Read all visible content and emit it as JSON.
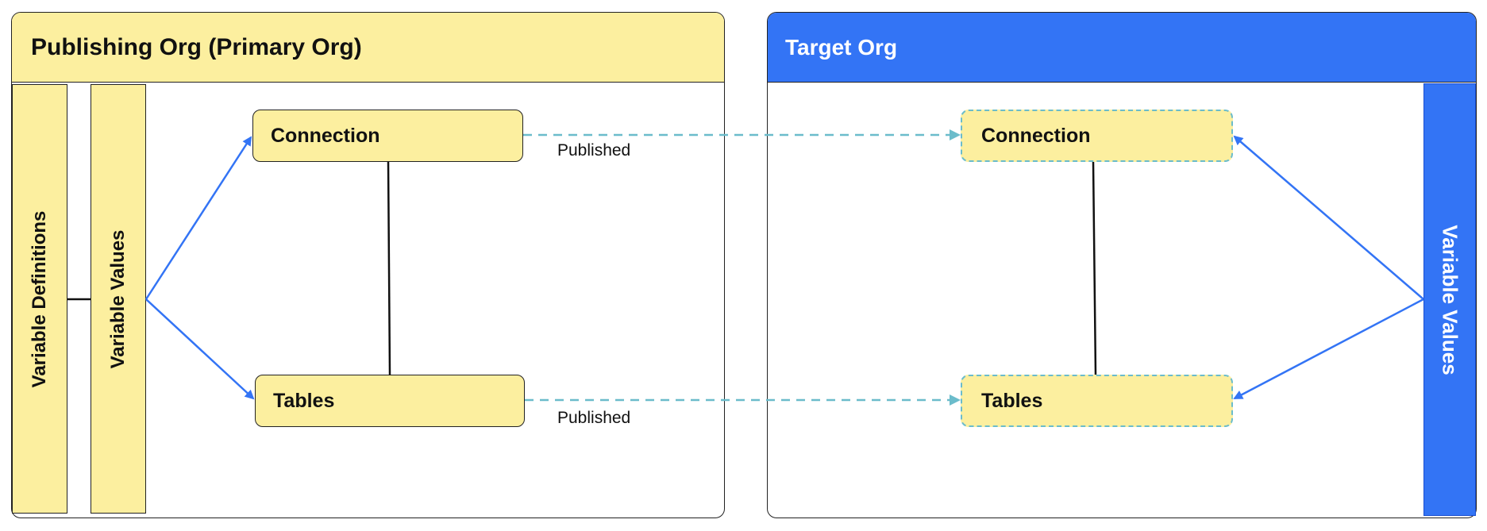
{
  "publishing_org": {
    "title": "Publishing Org (Primary Org)",
    "variable_definitions": "Variable Definitions",
    "variable_values": "Variable Values",
    "connection": "Connection",
    "tables": "Tables"
  },
  "target_org": {
    "title": "Target Org",
    "variable_values": "Variable Values",
    "connection": "Connection",
    "tables": "Tables"
  },
  "edges": {
    "published_label_1": "Published",
    "published_label_2": "Published"
  },
  "colors": {
    "yellow_fill": "#fcef9f",
    "blue_fill": "#3374f5",
    "arrow_blue": "#3374f5",
    "dashed_teal": "#6bbccb",
    "outline": "#222222"
  }
}
